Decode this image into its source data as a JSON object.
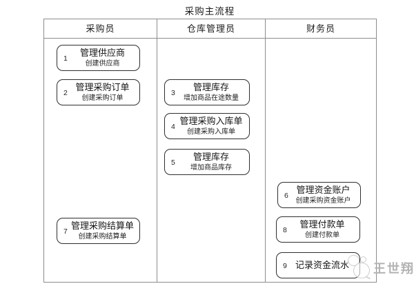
{
  "title": "采购主流程",
  "lanes": [
    {
      "header": "采购员"
    },
    {
      "header": "仓库管理员"
    },
    {
      "header": "财务员"
    }
  ],
  "steps": [
    {
      "num": "1",
      "title": "管理供应商",
      "subtitle": "创建供应商",
      "lane": "采购员"
    },
    {
      "num": "2",
      "title": "管理采购订单",
      "subtitle": "创建采购订单",
      "lane": "采购员"
    },
    {
      "num": "3",
      "title": "管理库存",
      "subtitle": "增加商品在途数量",
      "lane": "仓库管理员"
    },
    {
      "num": "4",
      "title": "管理采购入库单",
      "subtitle": "创建采购入库单",
      "lane": "仓库管理员"
    },
    {
      "num": "5",
      "title": "管理库存",
      "subtitle": "增加商品库存",
      "lane": "仓库管理员"
    },
    {
      "num": "6",
      "title": "管理资金账户",
      "subtitle": "创建采购资金账户",
      "lane": "财务员"
    },
    {
      "num": "7",
      "title": "管理采购结算单",
      "subtitle": "创建采购结算单",
      "lane": "采购员"
    },
    {
      "num": "8",
      "title": "管理付款单",
      "subtitle": "创建付款单",
      "lane": "财务员"
    },
    {
      "num": "9",
      "title": "记录资金流水",
      "subtitle": "",
      "lane": "财务员"
    }
  ],
  "watermark": {
    "text": "王世翔",
    "logo": "circles-cat-logo"
  },
  "colors": {
    "box_border": "#2d2d2d",
    "grid_border": "#8c8c8c",
    "text": "#1f1f1f",
    "watermark_text": "#b3b3b3"
  }
}
